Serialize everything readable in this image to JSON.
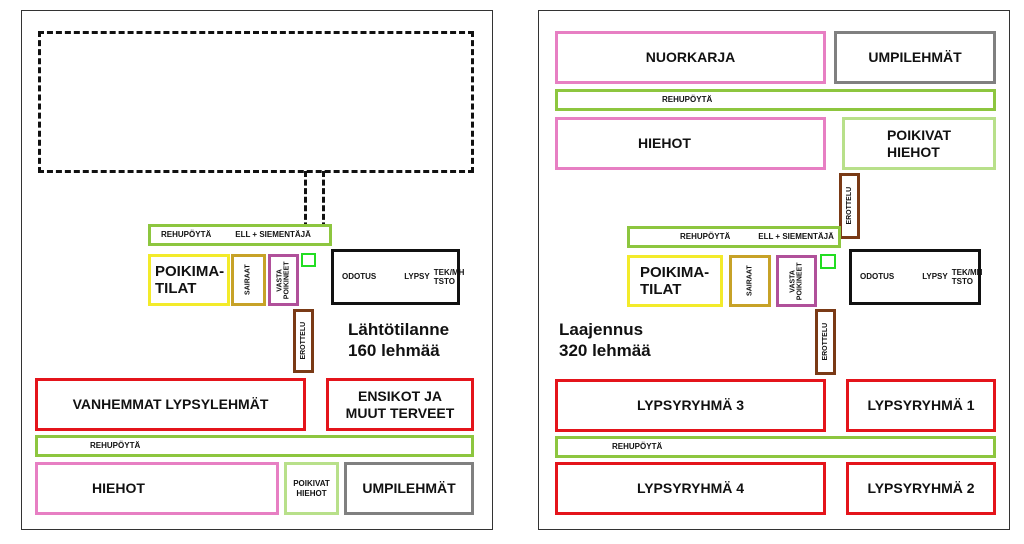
{
  "left": {
    "feed_table_top": "REHUPÖYTÄ",
    "ell_siementaja": "ELL + SIEMENTÄJÄ",
    "calving": "POIKIMA-\nTILAT",
    "sick": "SAIRAAT",
    "fresh": "VASTA\nPOIKINEET",
    "waiting": "ODOTUS",
    "milking": "LYPSY",
    "office": "TEK/MH\nTSTO",
    "separation": "EROTTELU",
    "status": "Lähtötilanne\n160 lehmää",
    "older_cows": "VANHEMMAT LYPSYLEHMÄT",
    "first_calvers": "ENSIKOT JA\nMUUT TERVEET",
    "feed_table_bottom": "REHUPÖYTÄ",
    "heifers": "HIEHOT",
    "calving_heifers": "POIKIVAT\nHIEHOT",
    "dry_cows": "UMPILEHMÄT"
  },
  "right": {
    "young_stock": "NUORKARJA",
    "dry_cows": "UMPILEHMÄT",
    "feed_table_top": "REHUPÖYTÄ",
    "heifers": "HIEHOT",
    "calving_heifers": "POIKIVAT\nHIEHOT",
    "separation_top": "EROTTELU",
    "feed_table_mid": "REHUPÖYTÄ",
    "ell_siementaja": "ELL + SIEMENTÄJÄ",
    "calving": "POIKIMA-\nTILAT",
    "sick": "SAIRAAT",
    "fresh": "VASTA\nPOIKINEET",
    "waiting": "ODOTUS",
    "milking": "LYPSY",
    "office": "TEK/MH\nTSTO",
    "status": "Laajennus\n320 lehmää",
    "separation_bottom": "EROTTELU",
    "group3": "LYPSYRYHMÄ 3",
    "group1": "LYPSYRYHMÄ 1",
    "feed_table_bottom": "REHUPÖYTÄ",
    "group4": "LYPSYRYHMÄ 4",
    "group2": "LYPSYRYHMÄ 2"
  }
}
